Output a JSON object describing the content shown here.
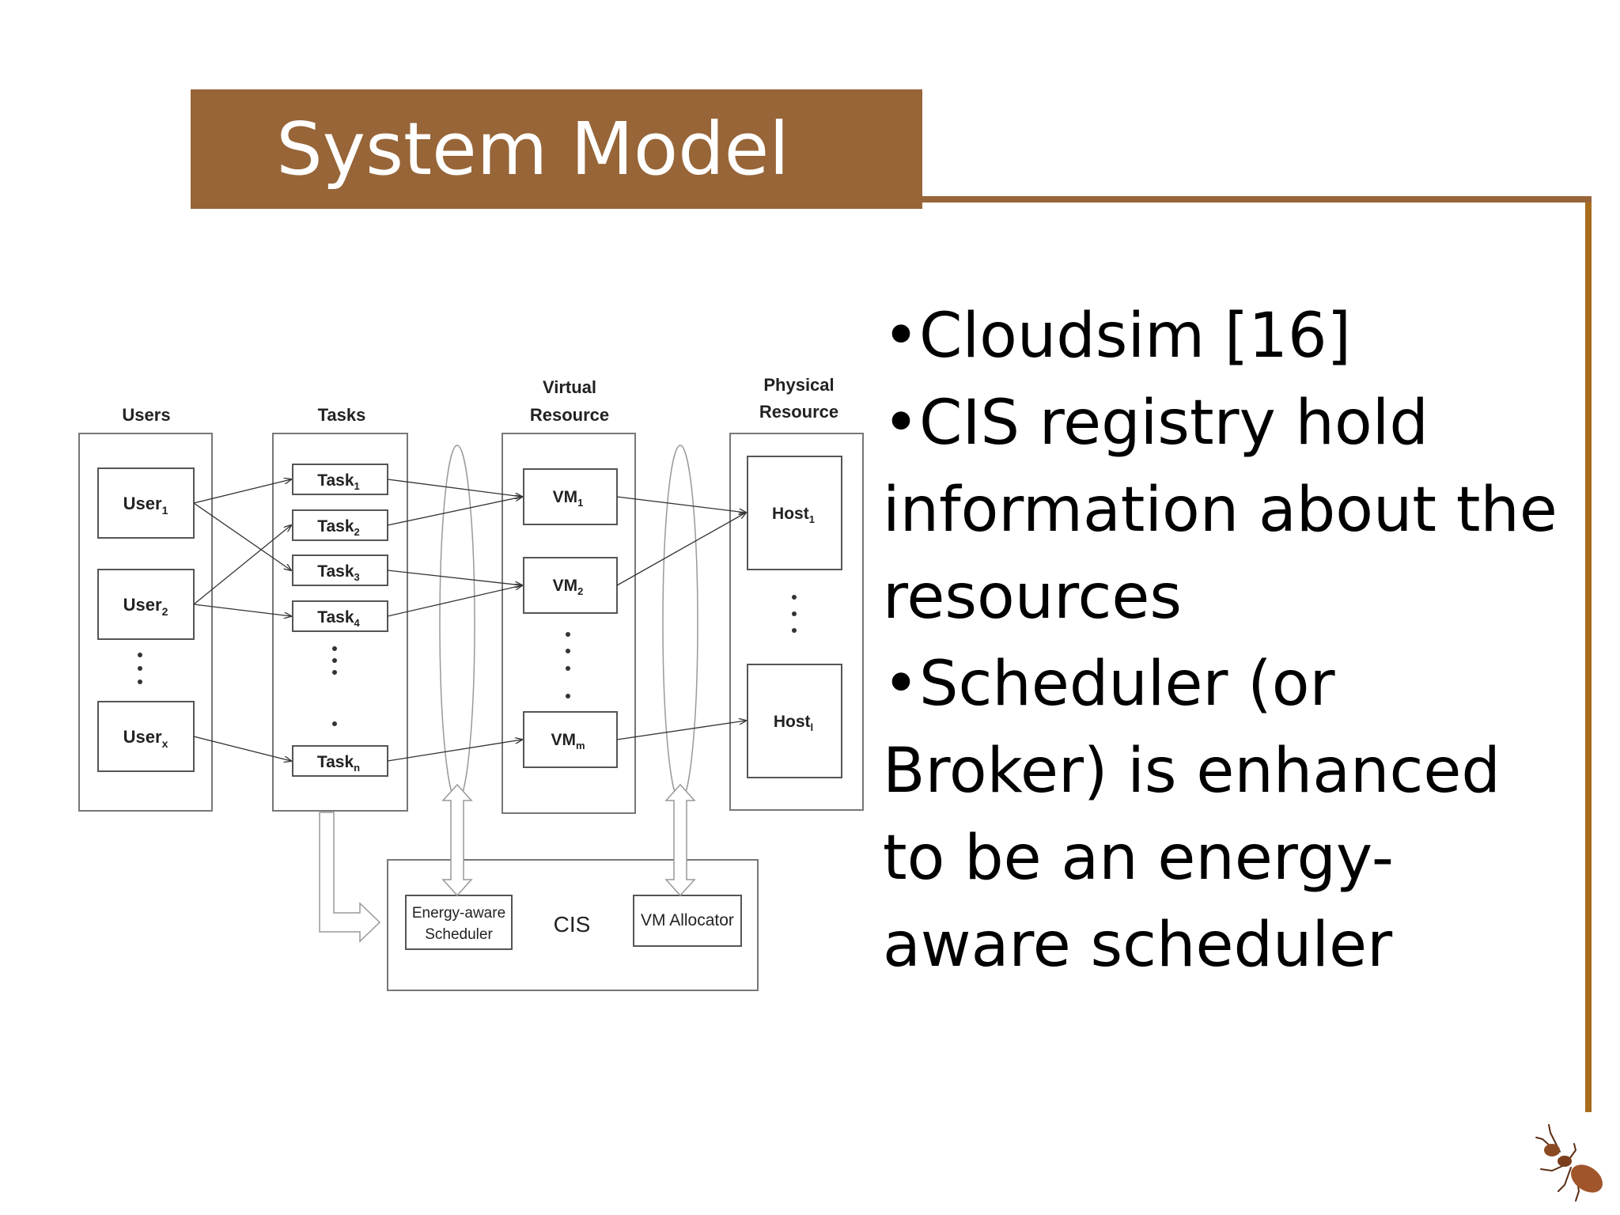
{
  "slide": {
    "title": "System Model",
    "accent_color": "#976538",
    "frame_color": "#a86d1c",
    "bullets": [
      "•Cloudsim [16]",
      "•CIS registry hold information about the resources",
      "•Scheduler (or Broker) is enhanced to be an energy-aware scheduler"
    ],
    "corner_icon": "ant-icon"
  },
  "diagram": {
    "headers": {
      "users": "Users",
      "tasks": "Tasks",
      "virtual_line1": "Virtual",
      "virtual_line2": "Resource",
      "physical_line1": "Physical",
      "physical_line2": "Resource"
    },
    "users": [
      {
        "base": "User",
        "sub": "1"
      },
      {
        "base": "User",
        "sub": "2"
      },
      {
        "base": "User",
        "sub": "x"
      }
    ],
    "tasks": [
      {
        "base": "Task",
        "sub": "1"
      },
      {
        "base": "Task",
        "sub": "2"
      },
      {
        "base": "Task",
        "sub": "3"
      },
      {
        "base": "Task",
        "sub": "4"
      },
      {
        "base": "Task",
        "sub": "n"
      }
    ],
    "vms": [
      {
        "base": "VM",
        "sub": "1"
      },
      {
        "base": "VM",
        "sub": "2"
      },
      {
        "base": "VM",
        "sub": "m"
      }
    ],
    "hosts": [
      {
        "base": "Host",
        "sub": "1"
      },
      {
        "base": "Host",
        "sub": "l"
      }
    ],
    "cis_label": "CIS",
    "scheduler_line1": "Energy-aware",
    "scheduler_line2": "Scheduler",
    "allocator_label": "VM Allocator"
  }
}
